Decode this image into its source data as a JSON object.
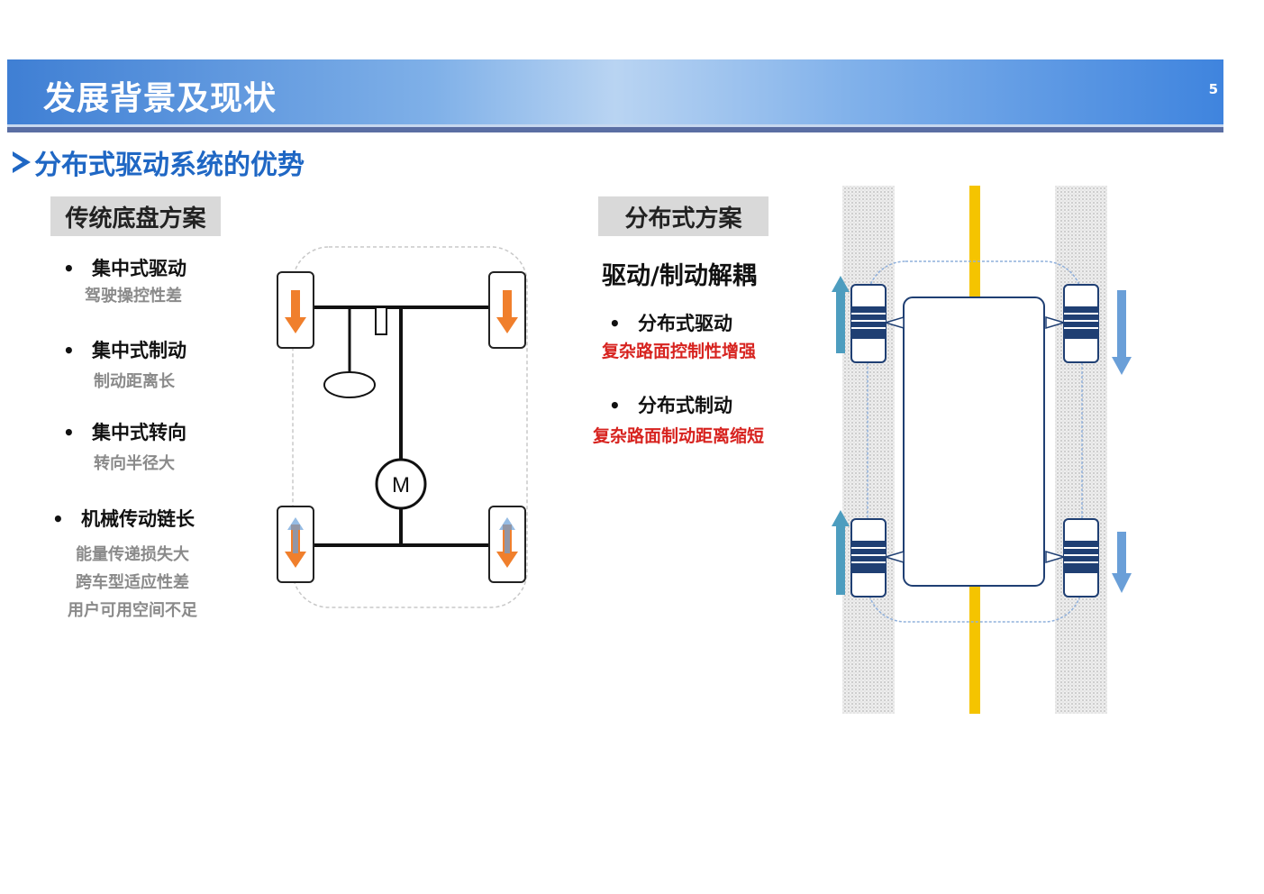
{
  "header": {
    "title": "发展背景及现状",
    "page_number": "5"
  },
  "section_title": "分布式驱动系统的优势",
  "traditional": {
    "label": "传统底盘方案",
    "items": [
      {
        "title": "集中式驱动",
        "desc": [
          "驾驶操控性差"
        ]
      },
      {
        "title": "集中式制动",
        "desc": [
          "制动距离长"
        ]
      },
      {
        "title": "集中式转向",
        "desc": [
          "转向半径大"
        ]
      },
      {
        "title": "机械传动链长",
        "desc": [
          "能量传递损失大",
          "跨车型适应性差",
          "用户可用空间不足"
        ]
      }
    ],
    "diagram": {
      "motor_label": "M"
    }
  },
  "distributed": {
    "label": "分布式方案",
    "headline": "驱动/制动解耦",
    "items": [
      {
        "title": "分布式驱动",
        "desc": "复杂路面控制性增强"
      },
      {
        "title": "分布式制动",
        "desc": "复杂路面制动距离缩短"
      }
    ]
  },
  "colors": {
    "title_blue": "#1f67c4",
    "accent_red": "#d7231f",
    "arrow_orange": "#f07f2c",
    "arrow_blue": "#6a9fd8",
    "lane_yellow": "#f5c400"
  }
}
